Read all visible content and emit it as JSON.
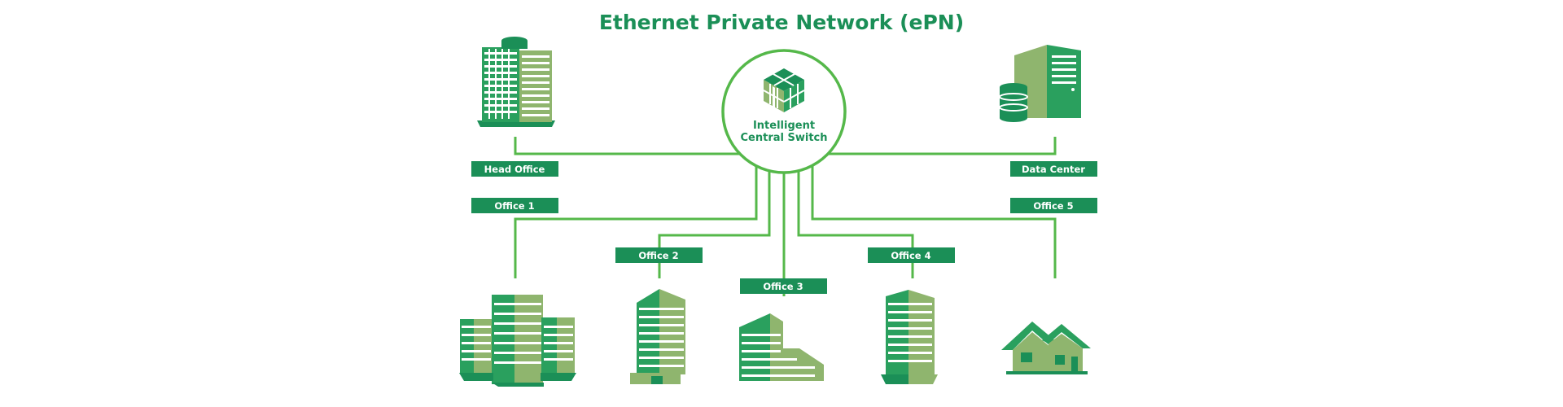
{
  "diagram": {
    "title": "Ethernet Private Network (ePN)",
    "hub": {
      "line1": "Intelligent",
      "line2": "Central Switch"
    },
    "nodes": [
      {
        "id": "head-office",
        "label": "Head Office",
        "icon": "office-tower-icon"
      },
      {
        "id": "data-center",
        "label": "Data Center",
        "icon": "server-database-icon"
      },
      {
        "id": "office-1",
        "label": "Office 1",
        "icon": "office-complex-icon"
      },
      {
        "id": "office-2",
        "label": "Office 2",
        "icon": "tall-building-icon"
      },
      {
        "id": "office-3",
        "label": "Office 3",
        "icon": "low-rise-building-icon"
      },
      {
        "id": "office-4",
        "label": "Office 4",
        "icon": "mid-rise-building-icon"
      },
      {
        "id": "office-5",
        "label": "Office 5",
        "icon": "house-icon"
      }
    ],
    "edges": [
      {
        "from": "hub",
        "to": "head-office"
      },
      {
        "from": "hub",
        "to": "data-center"
      },
      {
        "from": "hub",
        "to": "office-1"
      },
      {
        "from": "hub",
        "to": "office-2"
      },
      {
        "from": "hub",
        "to": "office-3"
      },
      {
        "from": "hub",
        "to": "office-4"
      },
      {
        "from": "hub",
        "to": "office-5"
      }
    ],
    "colors": {
      "primary": "#1b8f57",
      "line": "#55b84a",
      "light": "#8fb56e"
    }
  }
}
